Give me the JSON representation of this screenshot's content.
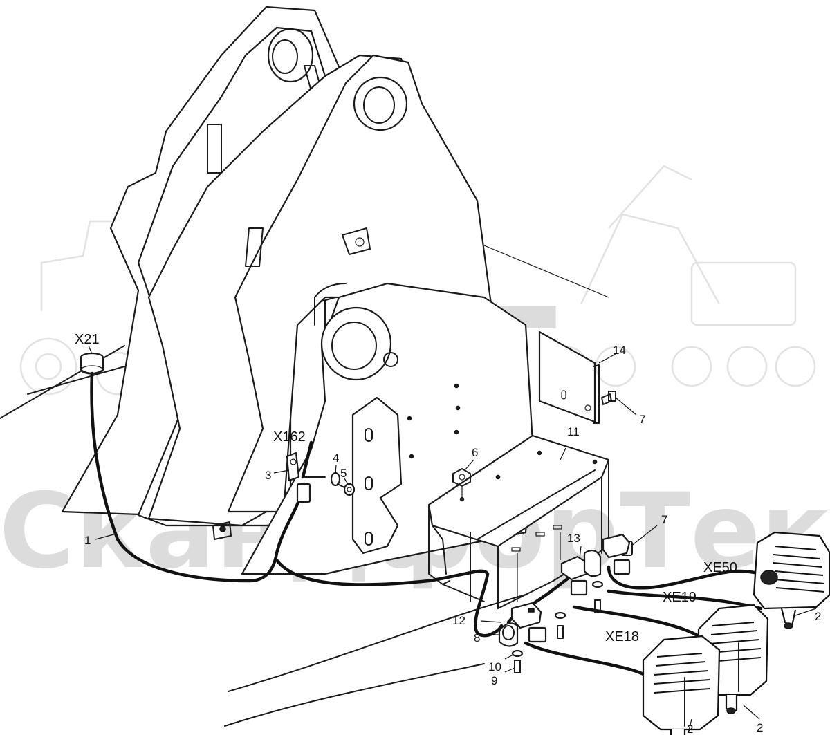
{
  "watermark": {
    "logo_text": "SFT",
    "brand_text": "СкандфорТек"
  },
  "labels": {
    "x21": "X21",
    "x162": "X162",
    "xe50": "XE50",
    "xe19": "XE19",
    "xe18": "XE18",
    "n1": "1",
    "n2a": "2",
    "n2b": "2",
    "n2c": "2",
    "n3": "3",
    "n4": "4",
    "n5": "5",
    "n6": "6",
    "n7a": "7",
    "n7b": "7",
    "n8": "8",
    "n9": "9",
    "n10": "10",
    "n11": "11",
    "n12": "12",
    "n13": "13",
    "n14": "14"
  }
}
